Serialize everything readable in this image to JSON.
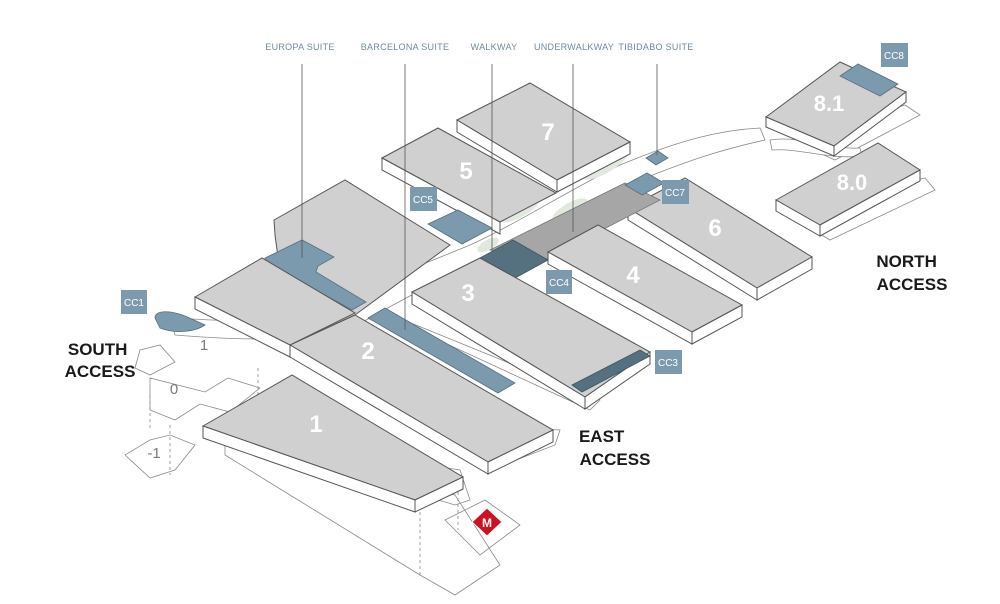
{
  "colors": {
    "hall_top": "#d0d0d0",
    "hall_side": "#ffffff",
    "outline": "#555555",
    "suite": "#7b9aad",
    "suite_dark": "#55707f",
    "underwalkway": "#a6a6a6",
    "green": "#e1e9df",
    "metro": "#cc1122",
    "access_text": "#1a1a1a",
    "suite_label": "#6f8a9b"
  },
  "halls": [
    "1",
    "2",
    "3",
    "4",
    "5",
    "6",
    "7",
    "8.0",
    "8.1"
  ],
  "levels": [
    "1",
    "0",
    "-1"
  ],
  "accesses": {
    "south": [
      "SOUTH",
      "ACCESS"
    ],
    "east": [
      "EAST",
      "ACCESS"
    ],
    "north": [
      "NORTH",
      "ACCESS"
    ]
  },
  "suite_labels": [
    "EUROPA SUITE",
    "BARCELONA SUITE",
    "WALKWAY",
    "UNDERWALKWAY",
    "TIBIDABO SUITE"
  ],
  "cc_labels": [
    "CC1",
    "CC3",
    "CC4",
    "CC5",
    "CC7",
    "CC8"
  ],
  "metro": {
    "label": "M",
    "icon": "metro-icon"
  }
}
